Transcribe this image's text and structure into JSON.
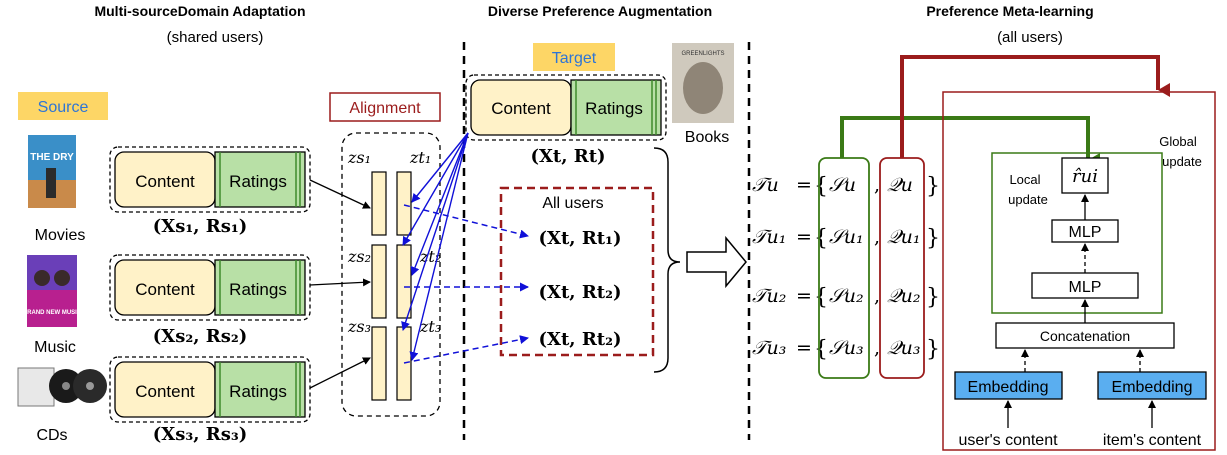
{
  "headers": {
    "left_title": "Multi-sourceDomain Adaptation",
    "left_sub": "(shared users)",
    "mid_title": "Diverse Preference Augmentation",
    "right_title": "Preference Meta-learning",
    "right_sub": "(all users)"
  },
  "source": {
    "badge": "Source",
    "domains": [
      {
        "label": "Movies",
        "content": "Content",
        "ratings": "Ratings",
        "formula": "(Xs₁, Rs₁)",
        "latent": "zs₁",
        "poster_text": "THE DRY"
      },
      {
        "label": "Music",
        "content": "Content",
        "ratings": "Ratings",
        "formula": "(Xs₂, Rs₂)",
        "latent": "zs₂",
        "poster_text": "BRAND NEW MUSIC"
      },
      {
        "label": "CDs",
        "content": "Content",
        "ratings": "Ratings",
        "formula": "(Xs₃, Rs₃)",
        "latent": "zs₃"
      }
    ]
  },
  "alignment": {
    "label": "Alignment",
    "target_latents": [
      "zt₁",
      "zt₂",
      "zt₃"
    ]
  },
  "target": {
    "badge": "Target",
    "content": "Content",
    "ratings": "Ratings",
    "formula": "(Xt, Rt)",
    "book_label": "Books",
    "book_cover_text": "GREENLIGHTS",
    "all_users": "All users",
    "augmented": [
      "(Xt, Rt₁)",
      "(Xt, Rt₂)",
      "(Xt, Rt₂)"
    ]
  },
  "tasks": [
    {
      "lhs": "𝒯u",
      "support": "𝒮u",
      "query": "𝒬u"
    },
    {
      "lhs": "𝒯u₁",
      "support": "𝒮u₁",
      "query": "𝒬u₁"
    },
    {
      "lhs": "𝒯u₂",
      "support": "𝒮u₂",
      "query": "𝒬u₂"
    },
    {
      "lhs": "𝒯u₃",
      "support": "𝒮u₃",
      "query": "𝒬u₃"
    }
  ],
  "meta": {
    "global_update": [
      "Global",
      "update"
    ],
    "local_update": [
      "Local",
      "update"
    ],
    "output": "r̂ui",
    "mlp_top": "MLP",
    "mlp_bottom": "MLP",
    "concat": "Concatenation",
    "embedding_left": "Embedding",
    "embedding_right": "Embedding",
    "input_left": "user's content",
    "input_right": "item's content"
  },
  "colors": {
    "badge": "#fdd666",
    "badge_text": "#2e75d6",
    "content_fill": "#fff2c8",
    "ratings_fill": "#b8e0a6",
    "ratings_stroke": "#3f8a2c",
    "alignment": "#9b1c1c",
    "blue": "#1010d8",
    "green": "#3a7a16",
    "maroon": "#9b1c1c",
    "embedding": "#5aaef0"
  }
}
